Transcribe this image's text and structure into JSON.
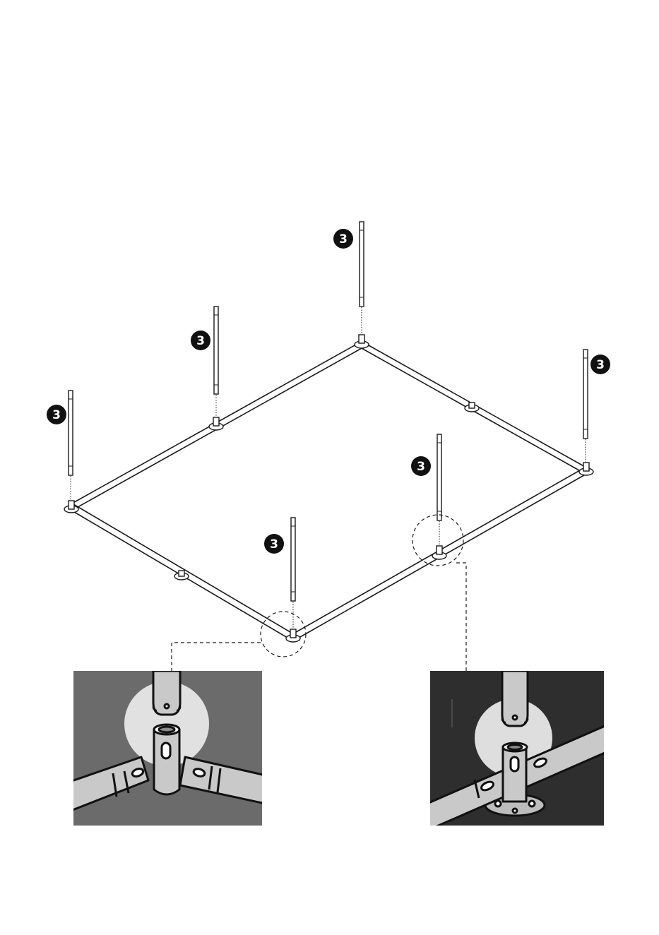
{
  "part_label": "3",
  "colors": {
    "line": "#1a1a1a",
    "badge": "#111111",
    "detail_left_bg": "#6b6b6b",
    "detail_right_bg": "#2e2e2e",
    "tube_fill": "#c9c9c9",
    "highlight": "#e8e8e8"
  },
  "icons": [
    "frame-tube",
    "vertical-pole",
    "corner-connector",
    "t-connector",
    "foot-plate"
  ]
}
